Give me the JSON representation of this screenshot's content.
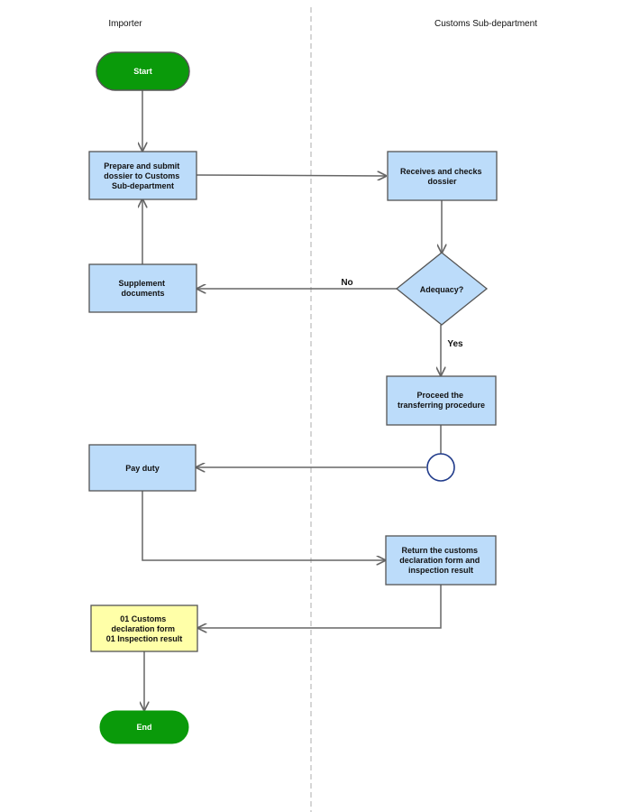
{
  "lanes": {
    "importer": "Importer",
    "customs": "Customs Sub-department"
  },
  "nodes": {
    "start": "Start",
    "prepare": [
      "Prepare and submit",
      "dossier to Customs",
      "Sub-department"
    ],
    "receives": [
      "Receives and checks",
      "dossier"
    ],
    "supplement": [
      "Supplement",
      "documents"
    ],
    "adequacy": "Adequacy?",
    "proceed": [
      "Proceed the",
      "transferring procedure"
    ],
    "pay": "Pay duty",
    "return": [
      "Return the customs",
      "declaration form and",
      "inspection result"
    ],
    "output_doc": [
      "01 Customs",
      "declaration form",
      "01 Inspection result"
    ],
    "end": "End"
  },
  "edge_labels": {
    "no": "No",
    "yes": "Yes"
  },
  "colors": {
    "terminal": "#0a9a0a",
    "terminal_start_border": "#555555",
    "process_fill": "#bcdcfa",
    "process_border": "#555555",
    "document_fill": "#ffffa8",
    "connector_border": "#1f3a8a",
    "edge": "#666666",
    "divider": "#bbbbbb"
  }
}
